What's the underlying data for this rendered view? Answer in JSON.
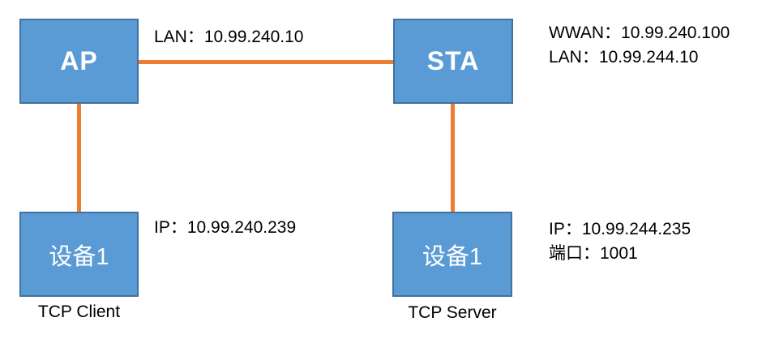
{
  "diagram": {
    "type": "network-topology",
    "colors": {
      "node_fill": "#5B9BD5",
      "node_border": "#41719C",
      "link": "#ED7D31",
      "text": "#000000",
      "node_text": "#FFFFFF",
      "background": "#FFFFFF"
    },
    "nodes": {
      "ap": {
        "label": "AP"
      },
      "sta": {
        "label": "STA"
      },
      "client": {
        "label": "设备1",
        "caption": "TCP Client"
      },
      "server": {
        "label": "设备1",
        "caption": "TCP Server"
      }
    },
    "links": [
      {
        "from": "ap",
        "to": "sta",
        "orientation": "horizontal"
      },
      {
        "from": "ap",
        "to": "client",
        "orientation": "vertical"
      },
      {
        "from": "sta",
        "to": "server",
        "orientation": "vertical"
      }
    ],
    "annotations": {
      "link_top": "LAN：10.99.240.10",
      "sta_line1": "WWAN：10.99.240.100",
      "sta_line2": "LAN：10.99.244.10",
      "client_line1": "IP：10.99.240.239",
      "server_line1": "IP：10.99.244.235",
      "server_line2": "端口：1001"
    }
  }
}
